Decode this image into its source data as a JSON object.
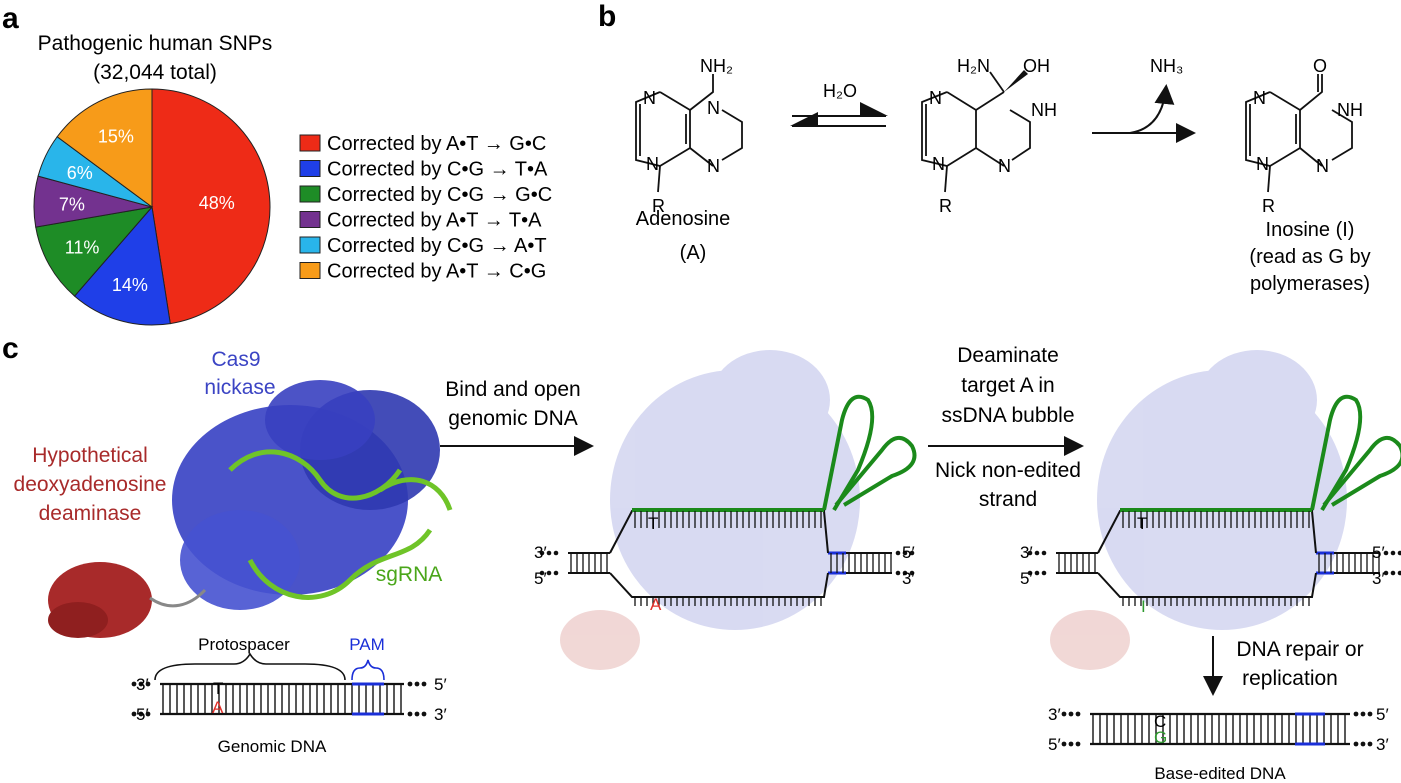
{
  "panels": {
    "a_letter": "a",
    "b_letter": "b",
    "c_letter": "c"
  },
  "panel_a": {
    "title_line1": "Pathogenic human SNPs",
    "title_line2": "(32,044 total)"
  },
  "chart_data": {
    "type": "pie",
    "title": "Pathogenic human SNPs (32,044 total)",
    "legend_position": "right",
    "slices": [
      {
        "label": "Corrected by A•T → G•C",
        "value": 48,
        "display": "48%",
        "color": "#ee2b17"
      },
      {
        "label": "Corrected by C•G → T•A",
        "value": 14,
        "display": "14%",
        "color": "#1f3fe8"
      },
      {
        "label": "Corrected by C•G → G•C",
        "value": 11,
        "display": "11%",
        "color": "#1e8c26"
      },
      {
        "label": "Corrected by A•T → T•A",
        "value": 7,
        "display": "7%",
        "color": "#73328f"
      },
      {
        "label": "Corrected by C•G → A•T",
        "value": 6,
        "display": "6%",
        "color": "#29b5ea"
      },
      {
        "label": "Corrected by A•T → C•G",
        "value": 15,
        "display": "15%",
        "color": "#f79b19"
      }
    ]
  },
  "panel_b": {
    "adenosine_name": "Adenosine",
    "adenosine_abbr": "(A)",
    "water": "H₂O",
    "ammonia": "NH₃",
    "nh2": "NH₂",
    "h2n": "H₂N",
    "oh": "OH",
    "o": "O",
    "n": "N",
    "nh": "NH",
    "r": "R",
    "inosine_name": "Inosine (I)",
    "inosine_note1": "(read as G by",
    "inosine_note2": "polymerases)"
  },
  "panel_c": {
    "cas9_line1": "Cas9",
    "cas9_line2": "nickase",
    "deaminase_line1": "Hypothetical",
    "deaminase_line2": "deoxyadenosine",
    "deaminase_line3": "deaminase",
    "sgrna": "sgRNA",
    "step1_line1": "Bind and open",
    "step1_line2": "genomic DNA",
    "step2_line1": "Deaminate",
    "step2_line2": "target A in",
    "step2_line3": "ssDNA bubble",
    "step3_line1": "Nick non-edited",
    "step3_line2": "strand",
    "step4_line1": "DNA repair or",
    "step4_line2": "replication",
    "protospacer": "Protospacer",
    "pam": "PAM",
    "genomic_dna": "Genomic DNA",
    "base_edited_dna": "Base-edited DNA",
    "end_3p": "3′",
    "end_5p": "5′",
    "base_T": "T",
    "base_A": "A",
    "base_I": "I",
    "base_C": "C",
    "base_G": "G"
  },
  "colors": {
    "cas9": "#3b44c4",
    "cas9_ghost": "#b9bde8",
    "deaminase": "#a82a2a",
    "deaminase_ghost": "#e6b8b5",
    "sgrna": "#6fc428",
    "sgrna_dark": "#1b8a1b",
    "pam_blue": "#1a2fd8",
    "adenine_red": "#e0302a",
    "inosine_green": "#2e9a2e"
  }
}
